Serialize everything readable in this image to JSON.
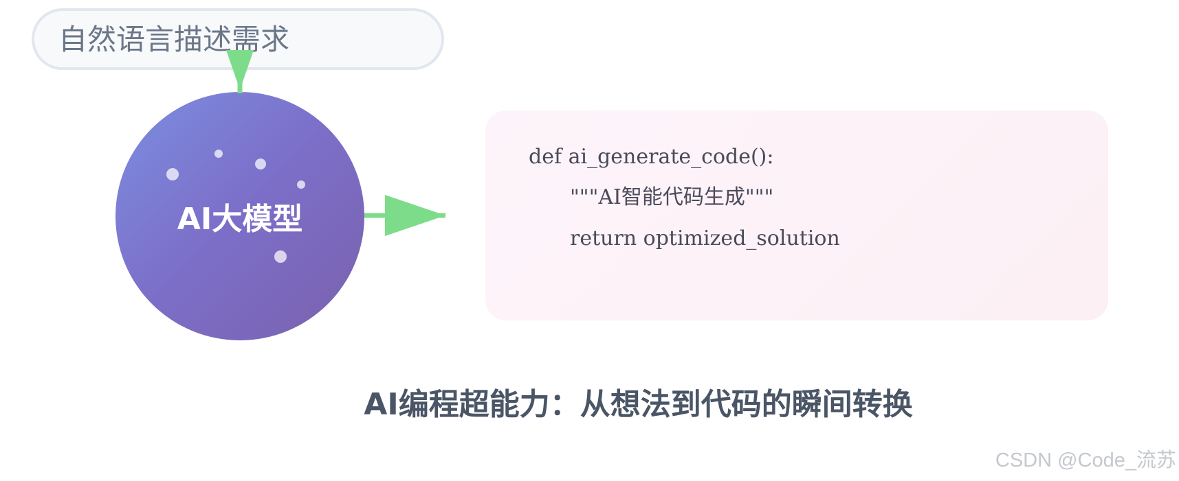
{
  "nodes": {
    "input": {
      "label": "自然语言描述需求"
    },
    "model": {
      "label": "AI大模型"
    },
    "code": {
      "lines": [
        "def ai_generate_code():",
        "\"\"\"AI智能代码生成\"\"\"",
        "return optimized_solution"
      ]
    }
  },
  "caption": "AI编程超能力：从想法到代码的瞬间转换",
  "watermark": "CSDN @Code_流苏",
  "colors": {
    "arrow": "#7ddc8a",
    "model_gradient_start": "#7b8ee0",
    "model_gradient_end": "#7a62ad",
    "caption_text": "#4a5566"
  },
  "edges": [
    {
      "from": "input",
      "to": "model"
    },
    {
      "from": "model",
      "to": "code"
    }
  ]
}
